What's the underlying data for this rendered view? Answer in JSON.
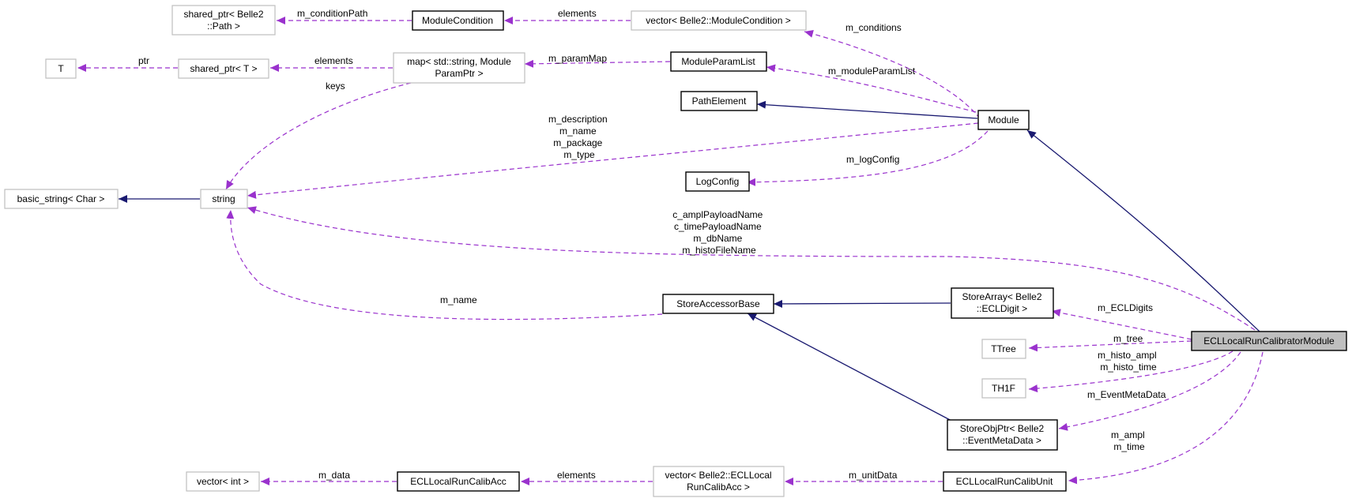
{
  "nodes": {
    "shared_ptr_path": {
      "lines": [
        "shared_ptr< Belle2",
        "::Path >"
      ]
    },
    "module_condition": {
      "lines": [
        "ModuleCondition"
      ]
    },
    "vector_module_condition": {
      "lines": [
        "vector< Belle2::ModuleCondition >"
      ]
    },
    "t": {
      "lines": [
        "T"
      ]
    },
    "shared_ptr_t": {
      "lines": [
        "shared_ptr< T >"
      ]
    },
    "map_param": {
      "lines": [
        "map< std::string, Module",
        "ParamPtr >"
      ]
    },
    "module_param_list": {
      "lines": [
        "ModuleParamList"
      ]
    },
    "path_element": {
      "lines": [
        "PathElement"
      ]
    },
    "module": {
      "lines": [
        "Module"
      ]
    },
    "log_config": {
      "lines": [
        "LogConfig"
      ]
    },
    "basic_string": {
      "lines": [
        "basic_string< Char >"
      ]
    },
    "string": {
      "lines": [
        "string"
      ]
    },
    "store_accessor_base": {
      "lines": [
        "StoreAccessorBase"
      ]
    },
    "store_array_ecldigit": {
      "lines": [
        "StoreArray< Belle2",
        "::ECLDigit >"
      ]
    },
    "ecl_local_run_calibrator_module": {
      "lines": [
        "ECLLocalRunCalibratorModule"
      ]
    },
    "ttree": {
      "lines": [
        "TTree"
      ]
    },
    "th1f": {
      "lines": [
        "TH1F"
      ]
    },
    "store_obj_ptr_event": {
      "lines": [
        "StoreObjPtr< Belle2",
        "::EventMetaData >"
      ]
    },
    "vector_int": {
      "lines": [
        "vector< int >"
      ]
    },
    "ecl_local_run_calib_acc": {
      "lines": [
        "ECLLocalRunCalibAcc"
      ]
    },
    "vector_calib_acc": {
      "lines": [
        "vector< Belle2::ECLLocal",
        "RunCalibAcc >"
      ]
    },
    "ecl_local_run_calib_unit": {
      "lines": [
        "ECLLocalRunCalibUnit"
      ]
    }
  },
  "edge_labels": {
    "m_conditionPath": [
      "m_conditionPath"
    ],
    "elements_cond": [
      "elements"
    ],
    "m_conditions": [
      "m_conditions"
    ],
    "ptr": [
      "ptr"
    ],
    "elements_map": [
      "elements"
    ],
    "m_paramMap": [
      "m_paramMap"
    ],
    "m_moduleParamList": [
      "m_moduleParamList"
    ],
    "keys": [
      "keys"
    ],
    "module_strings": [
      "m_description",
      "m_name",
      "m_package",
      "m_type"
    ],
    "m_logConfig": [
      "m_logConfig"
    ],
    "calib_strings": [
      "c_amplPayloadName",
      "c_timePayloadName",
      "m_dbName",
      "m_histoFileName"
    ],
    "m_name_store": [
      "m_name"
    ],
    "m_ECLDigits": [
      "m_ECLDigits"
    ],
    "m_tree": [
      "m_tree"
    ],
    "m_histo": [
      "m_histo_ampl",
      "m_histo_time"
    ],
    "m_EventMetaData": [
      "m_EventMetaData"
    ],
    "m_ampl_time": [
      "m_ampl",
      "m_time"
    ],
    "m_data": [
      "m_data"
    ],
    "elements_acc": [
      "elements"
    ],
    "m_unitData": [
      "m_unitData"
    ]
  },
  "colors": {
    "inheritance": "#191970",
    "usage": "#9a32cd",
    "external_border": "#bfbfbf",
    "focus_fill": "#bfbfbf"
  }
}
